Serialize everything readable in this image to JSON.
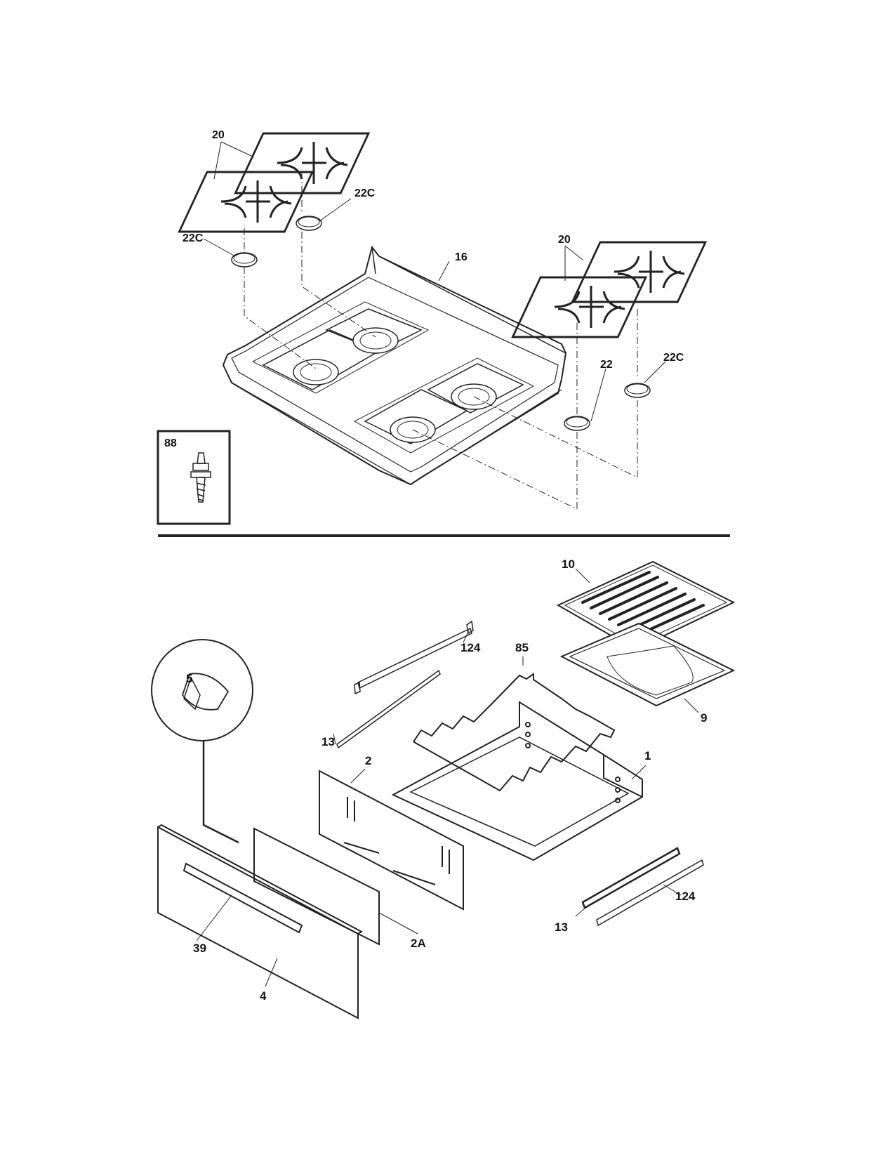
{
  "diagram": {
    "top_section": {
      "callouts": {
        "grate_left": "20",
        "cap_left_upper": "22C",
        "cap_left_lower": "22C",
        "cooktop": "16",
        "grate_right": "20",
        "cap_right_22": "22",
        "cap_right_22c": "22C",
        "inset_screw": "88"
      }
    },
    "bottom_section": {
      "callouts": {
        "broiler_grid": "10",
        "slide_rail_top": "124",
        "rack": "85",
        "broiler_pan": "9",
        "glide_top": "13",
        "knob_detail": "5",
        "drawer_body": "1",
        "drawer_back": "2",
        "handle": "39",
        "front_liner": "2A",
        "drawer_front": "4",
        "glide_bottom": "13",
        "slide_rail_bottom": "124"
      }
    }
  }
}
